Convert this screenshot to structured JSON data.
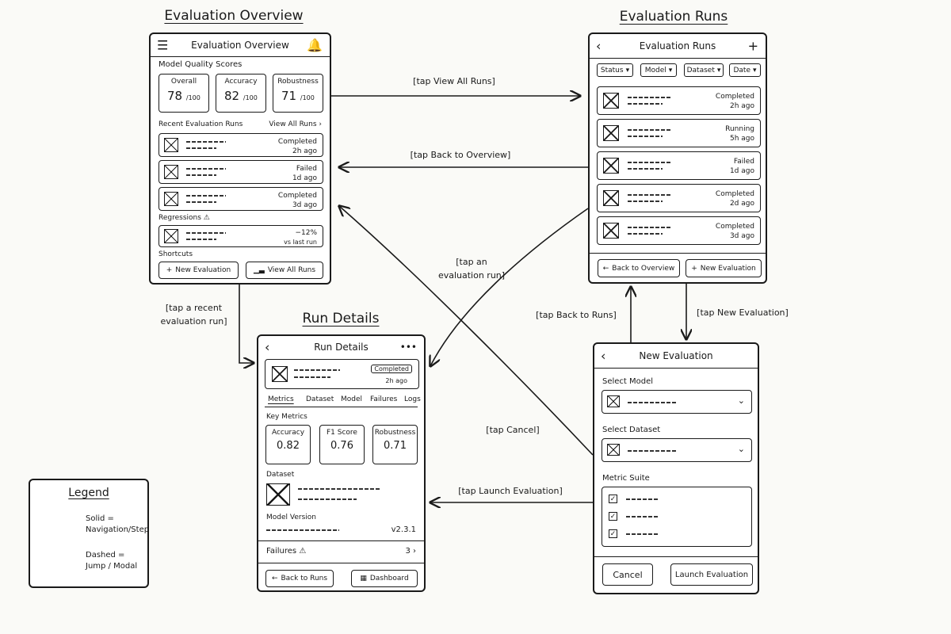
{
  "screens": {
    "overview": {
      "title": "Evaluation Overview",
      "header": "Evaluation Overview",
      "scores_heading": "Model Quality Scores",
      "scores": [
        {
          "label": "Overall",
          "value": "78",
          "max": "/100"
        },
        {
          "label": "Accuracy",
          "value": "82",
          "max": "/100"
        },
        {
          "label": "Robustness",
          "value": "71",
          "max": "/100"
        }
      ],
      "recent_heading": "Recent Evaluation Runs",
      "view_all": "View All Runs",
      "runs": [
        {
          "status": "Completed",
          "time": "2h ago"
        },
        {
          "status": "Failed",
          "time": "1d ago"
        },
        {
          "status": "Completed",
          "time": "3d ago"
        }
      ],
      "regressions_heading": "Regressions",
      "regression": {
        "delta": "−12%",
        "note": "vs last run"
      },
      "shortcuts_heading": "Shortcuts",
      "new_eval": "New Evaluation",
      "view_all_runs": "View All Runs"
    },
    "runs": {
      "title": "Evaluation Runs",
      "header": "Evaluation Runs",
      "filters": [
        "Status",
        "Model",
        "Dataset",
        "Date"
      ],
      "items": [
        {
          "status": "Completed",
          "time": "2h ago"
        },
        {
          "status": "Running",
          "time": "5h ago"
        },
        {
          "status": "Failed",
          "time": "1d ago"
        },
        {
          "status": "Completed",
          "time": "2d ago"
        },
        {
          "status": "Completed",
          "time": "3d ago"
        }
      ],
      "back": "Back to Overview",
      "new_eval": "New Evaluation"
    },
    "details": {
      "title": "Run Details",
      "header": "Run Details",
      "status": "Completed",
      "time": "2h ago",
      "tabs": [
        "Metrics",
        "Dataset",
        "Model",
        "Failures",
        "Logs"
      ],
      "key_metrics": "Key Metrics",
      "metrics": [
        {
          "label": "Accuracy",
          "value": "0.82"
        },
        {
          "label": "F1 Score",
          "value": "0.76"
        },
        {
          "label": "Robustness",
          "value": "0.71"
        }
      ],
      "dataset": "Dataset",
      "model_version": "Model Version",
      "version": "v2.3.1",
      "failures": "Failures",
      "failures_count": "3",
      "back": "Back to Runs",
      "dashboard": "Dashboard"
    },
    "new_eval": {
      "header": "New Evaluation",
      "select_model": "Select Model",
      "select_dataset": "Select Dataset",
      "metric_suite": "Metric Suite",
      "cancel": "Cancel",
      "launch": "Launch Evaluation"
    }
  },
  "transitions": {
    "view_all": "[tap View All Runs]",
    "back_overview": "[tap Back to Overview]",
    "tap_run_line1": "[tap an",
    "tap_run_line2": "evaluation run]",
    "recent_line1": "[tap a recent",
    "recent_line2": "evaluation run]",
    "back_runs": "[tap Back to Runs]",
    "new_eval": "[tap New Evaluation]",
    "cancel": "[tap Cancel]",
    "launch": "[tap Launch Evaluation]"
  },
  "legend": {
    "title": "Legend",
    "solid_line1": "Solid =",
    "solid_line2": "Navigation/Step",
    "dashed_line1": "Dashed =",
    "dashed_line2": "Jump / Modal"
  }
}
